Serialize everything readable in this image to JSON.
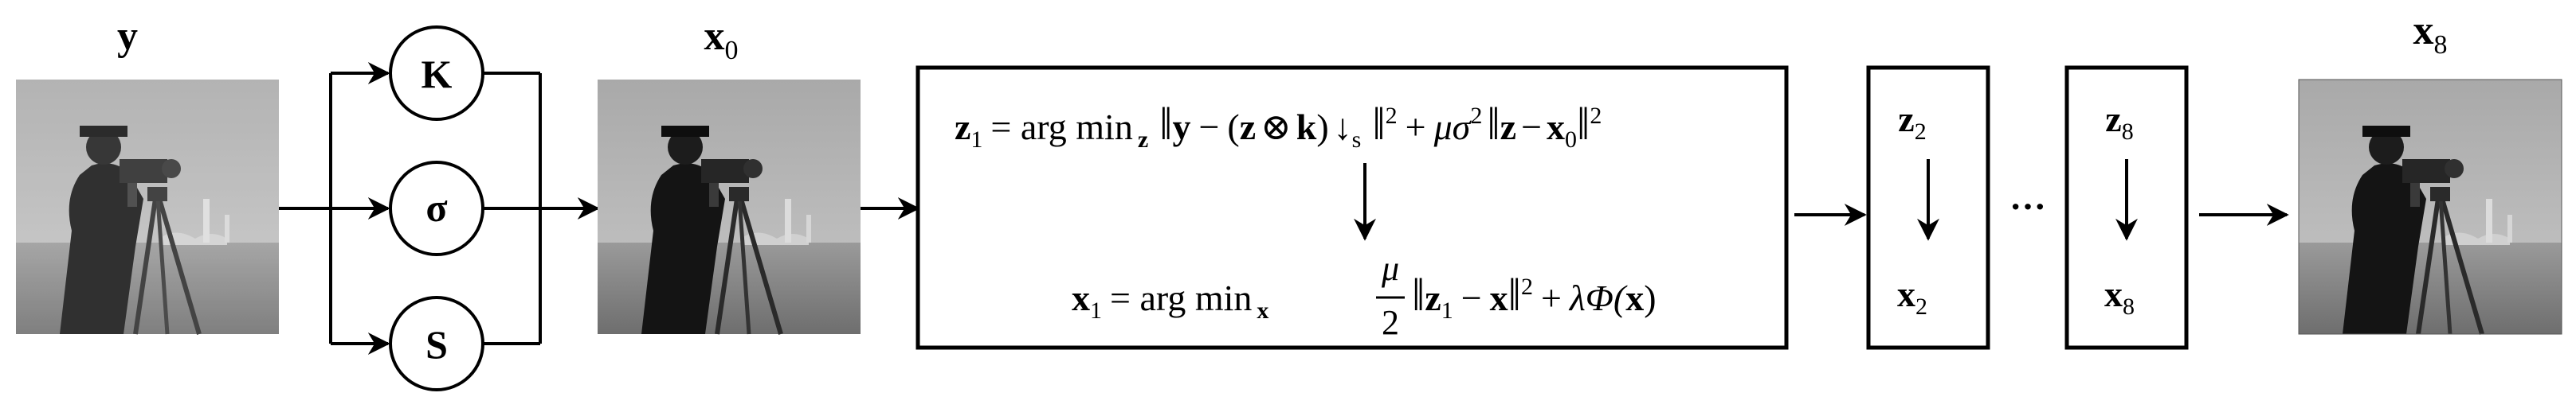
{
  "images": {
    "input": {
      "label": "y"
    },
    "init": {
      "label": "x",
      "sub": "0"
    },
    "output": {
      "label": "x",
      "sub": "8"
    }
  },
  "estimators": [
    {
      "label": "K"
    },
    {
      "label": "σ"
    },
    {
      "label": "S"
    }
  ],
  "stage1": {
    "z_eq": {
      "lhs": "z",
      "lhs_sub": "1",
      "argmin": "= arg min",
      "argmin_sub": "z",
      "y": "y",
      "minus": "−",
      "lpar": "(",
      "z": "z",
      "otimes": "⊗",
      "k": "k",
      "rpar": ")",
      "down": "↓",
      "down_sub": "s",
      "sq": "2",
      "plus": "+",
      "mu": "μσ",
      "sq2": "2",
      "z2": "z",
      "minus2": "−",
      "x0": "x",
      "x0_sub": "0",
      "sq3": "2"
    },
    "x_eq": {
      "lhs": "x",
      "lhs_sub": "1",
      "argmin": "= arg min",
      "argmin_sub": "x",
      "frac_num": "μ",
      "frac_den": "2",
      "z1": "z",
      "z1_sub": "1",
      "minus": "−",
      "x": "x",
      "sq": "2",
      "plus": "+",
      "reg": "λΦ(",
      "xr": "x",
      "close": ")"
    }
  },
  "stage2": {
    "z": "z",
    "z_sub": "2",
    "x": "x",
    "x_sub": "2"
  },
  "ellipsis": "···",
  "stage8": {
    "z": "z",
    "z_sub": "8",
    "x": "x",
    "x_sub": "8"
  },
  "colors": {
    "stroke": "#000000",
    "background": "#ffffff",
    "image_sky": "#b8b8b8",
    "image_ground": "#8a8a8a"
  },
  "icon_names": [
    "cameraman-photo",
    "arrow-right",
    "arrow-down"
  ]
}
